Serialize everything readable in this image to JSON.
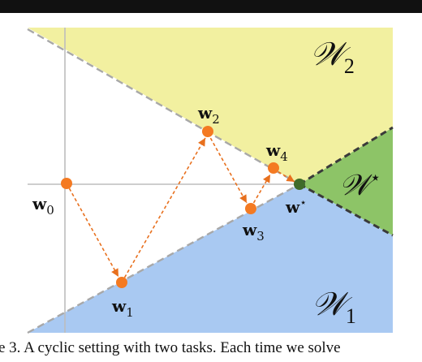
{
  "regions": {
    "w2_label": "𝒲",
    "w2_sub": "2",
    "w1_label": "𝒲",
    "w1_sub": "1",
    "wstar_label": "𝒲",
    "wstar_sup": "⋆"
  },
  "points": {
    "w0_main": "w",
    "w0_sub": "0",
    "w1_main": "w",
    "w1_sub": "1",
    "w2_main": "w",
    "w2_sub": "2",
    "w3_main": "w",
    "w3_sub": "3",
    "w4_main": "w",
    "w4_sub": "4",
    "wstar_main": "w",
    "wstar_sup": "⋆"
  },
  "colors": {
    "region_w2": "#f2f0a0",
    "region_w1": "#a9c9f2",
    "region_wstar": "#8dc467",
    "iterate_point": "#f47a22",
    "solution_point": "#3f6b2a",
    "arrow": "#e8701e"
  },
  "caption": "e 3. A cyclic setting with two tasks. Each time we solve"
}
